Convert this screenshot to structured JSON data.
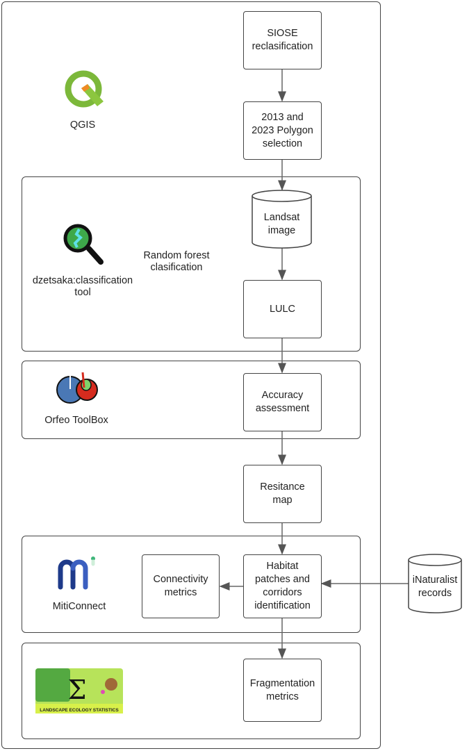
{
  "steps": {
    "siose": "SIOSE\nreclasification",
    "polygon": "2013 and\n2023 Polygon\nselection",
    "landsat": "Landsat\nimage",
    "lulc": "LULC",
    "accuracy": "Accuracy\nassessment",
    "resistance": "Resitance\nmap",
    "habitat": "Habitat\npatches and\ncorridors\nidentification",
    "connectivity": "Connectivity\nmetrics",
    "inaturalist": "iNaturalist\nrecords",
    "fragmentation": "Fragmentation\nmetrics"
  },
  "tools": {
    "qgis": "QGIS",
    "dzetsaka": "dzetsaka:classification\ntool",
    "random_forest": "Random forest\nclasification",
    "orfeo": "Orfeo ToolBox",
    "miticonnect": "MitiConnect",
    "landscape_logo_text": "LANDSCAPE ECOLOGY STATISTICS"
  }
}
